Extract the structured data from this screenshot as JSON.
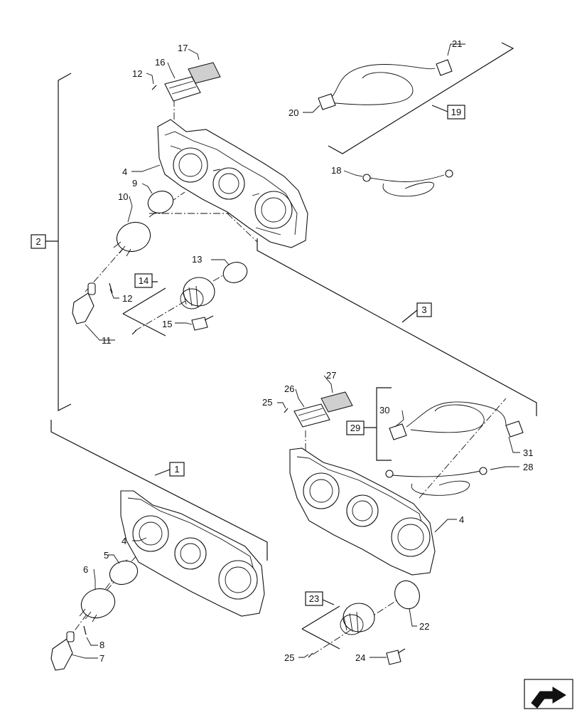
{
  "callouts": {
    "c1": "1",
    "c2": "2",
    "c3": "3",
    "c4a": "4",
    "c4b": "4",
    "c4c": "4",
    "c5": "5",
    "c6": "6",
    "c7": "7",
    "c8": "8",
    "c9": "9",
    "c10": "10",
    "c11": "11",
    "c12a": "12",
    "c12b": "12",
    "c13": "13",
    "c14": "14",
    "c15": "15",
    "c16": "16",
    "c17": "17",
    "c18": "18",
    "c19": "19",
    "c20": "20",
    "c21": "21",
    "c22": "22",
    "c23": "23",
    "c24": "24",
    "c25a": "25",
    "c25b": "25",
    "c26": "26",
    "c27": "27",
    "c28": "28",
    "c29": "29",
    "c30": "30",
    "c31": "31"
  },
  "nav_icon": "next-page-arrow-icon"
}
